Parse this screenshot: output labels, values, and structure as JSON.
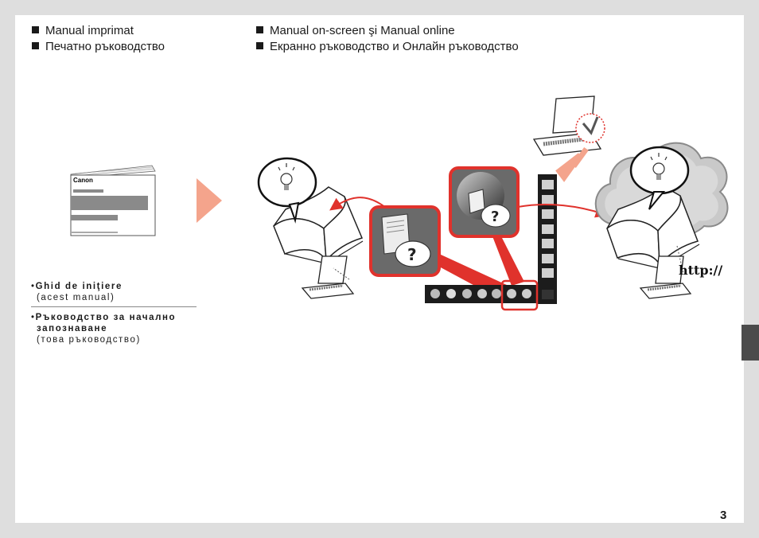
{
  "headings": {
    "left": [
      "Manual imprimat",
      "Печатно ръководство"
    ],
    "right": [
      "Manual on-screen şi Manual online",
      "Екранно ръководство и Онлайн ръководство"
    ]
  },
  "guide": {
    "ro_title": "Ghid de iniţiere",
    "ro_sub": "(acest manual)",
    "bg_title_1": "Ръководство за начално",
    "bg_title_2": "запознаване",
    "bg_sub": "(това ръководство)"
  },
  "booklet": {
    "brand": "Canon"
  },
  "url_label": "http://",
  "page_number": "3",
  "colors": {
    "accent_red": "#e0322c",
    "arrow_salmon": "#f4a48c",
    "side_tab": "#4b4b4b"
  }
}
